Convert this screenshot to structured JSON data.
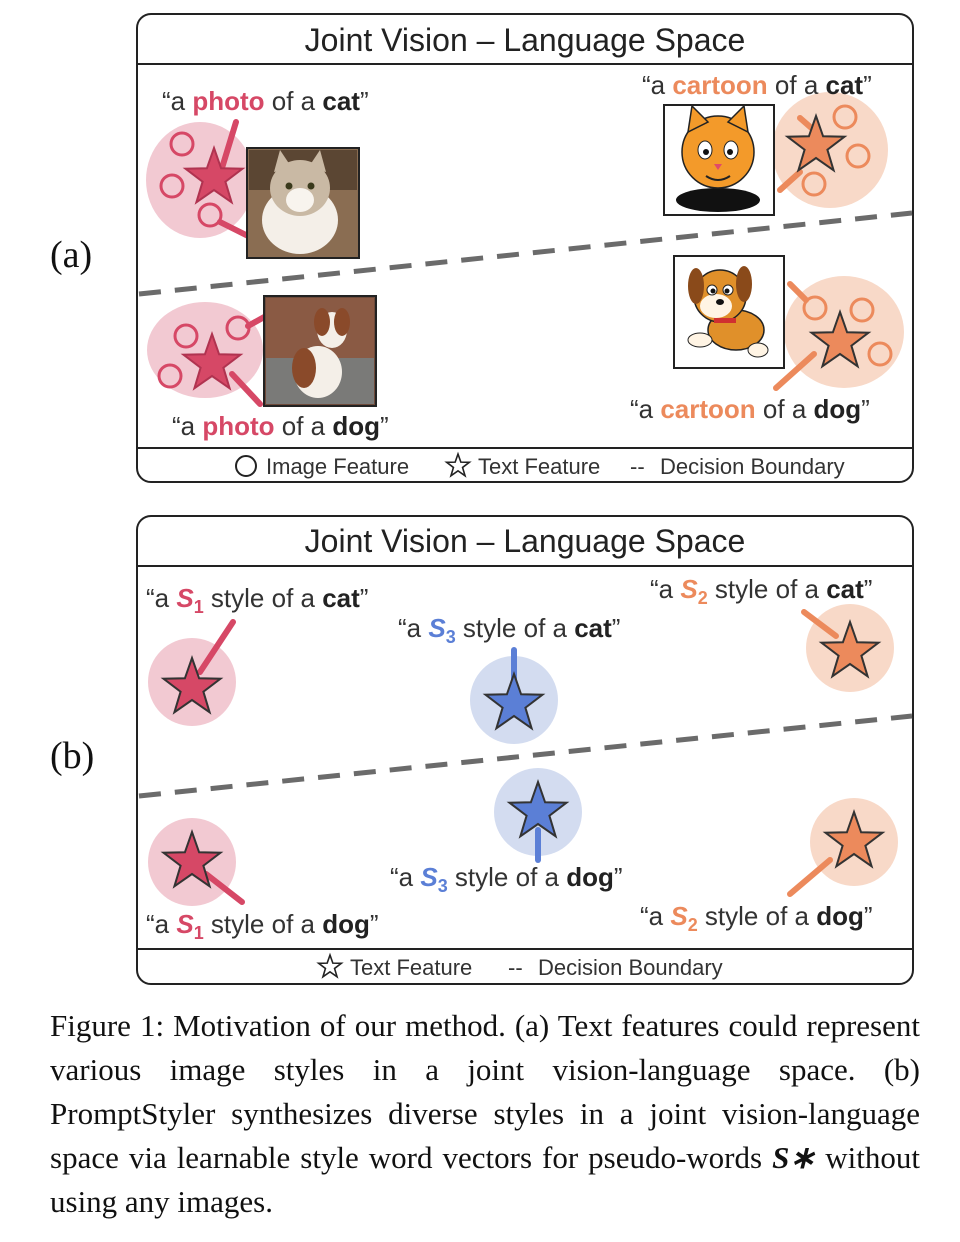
{
  "panel_a": {
    "label": "(a)",
    "title": "Joint Vision – Language Space",
    "quotes": {
      "photo_cat": {
        "open": "“a ",
        "style": "photo",
        "mid": " of a ",
        "cls": "cat",
        "close": "”"
      },
      "cartoon_cat": {
        "open": "“a ",
        "style": "cartoon",
        "mid": " of a ",
        "cls": "cat",
        "close": "”"
      },
      "photo_dog": {
        "open": "“a ",
        "style": "photo",
        "mid": " of a ",
        "cls": "dog",
        "close": "”"
      },
      "cartoon_dog": {
        "open": "“a ",
        "style": "cartoon",
        "mid": " of a ",
        "cls": "dog",
        "close": "”"
      }
    },
    "legend": {
      "image_feature": "Image Feature",
      "text_feature": "Text Feature",
      "decision_boundary": "Decision Boundary",
      "dash_symbol": "--"
    }
  },
  "panel_b": {
    "label": "(b)",
    "title": "Joint Vision – Language Space",
    "quotes": {
      "s1_cat": {
        "open": "“a ",
        "s": "S",
        "sub": "1",
        "mid": " style of a ",
        "cls": "cat",
        "close": "”"
      },
      "s2_cat": {
        "open": "“a ",
        "s": "S",
        "sub": "2",
        "mid": " style of a ",
        "cls": "cat",
        "close": "”"
      },
      "s3_cat": {
        "open": "“a ",
        "s": "S",
        "sub": "3",
        "mid": " style of a ",
        "cls": "cat",
        "close": "”"
      },
      "s3_dog": {
        "open": "“a ",
        "s": "S",
        "sub": "3",
        "mid": " style of a ",
        "cls": "dog",
        "close": "”"
      },
      "s1_dog": {
        "open": "“a ",
        "s": "S",
        "sub": "1",
        "mid": " style of a ",
        "cls": "dog",
        "close": "”"
      },
      "s2_dog": {
        "open": "“a ",
        "s": "S",
        "sub": "2",
        "mid": " style of a ",
        "cls": "dog",
        "close": "”"
      }
    },
    "legend": {
      "text_feature": "Text Feature",
      "decision_boundary": "Decision Boundary",
      "dash_symbol": "--"
    }
  },
  "caption": {
    "part1": "Figure 1: Motivation of our method. (a) Text features could represent various image styles in a joint vision-language space. (b) PromptStyler synthesizes diverse styles in a joint vision-language space via learnable style word vectors for pseudo-words ",
    "symbol": "S∗",
    "part2": " without using any images."
  },
  "colors": {
    "red": "#d64866",
    "orange": "#ec8a5c",
    "blue": "#5b7fd6",
    "red_blob": "#f2c9d2",
    "orange_blob": "#f8d9c8",
    "blue_blob": "#d3dcf0",
    "boundary": "#6b6b6b"
  }
}
